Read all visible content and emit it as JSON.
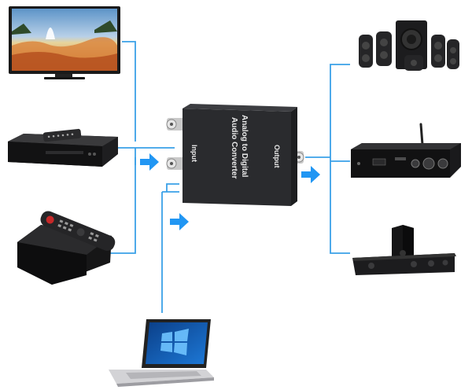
{
  "converter": {
    "title_line1": "Analog to Digital",
    "title_line2": "Audio Converter",
    "input_label": "Input",
    "output_label": "Output"
  },
  "colors": {
    "connector_line": "#3aa0e8",
    "arrow": "#2196f3",
    "device_body": "#1b1b1d",
    "converter_body": "#2a2b2e"
  },
  "devices": {
    "inputs": [
      "tv-icon",
      "dvd-player-icon",
      "tv-box-icon",
      "laptop-icon"
    ],
    "outputs": [
      "speaker-system-icon",
      "amplifier-icon",
      "soundbar-icon"
    ]
  }
}
